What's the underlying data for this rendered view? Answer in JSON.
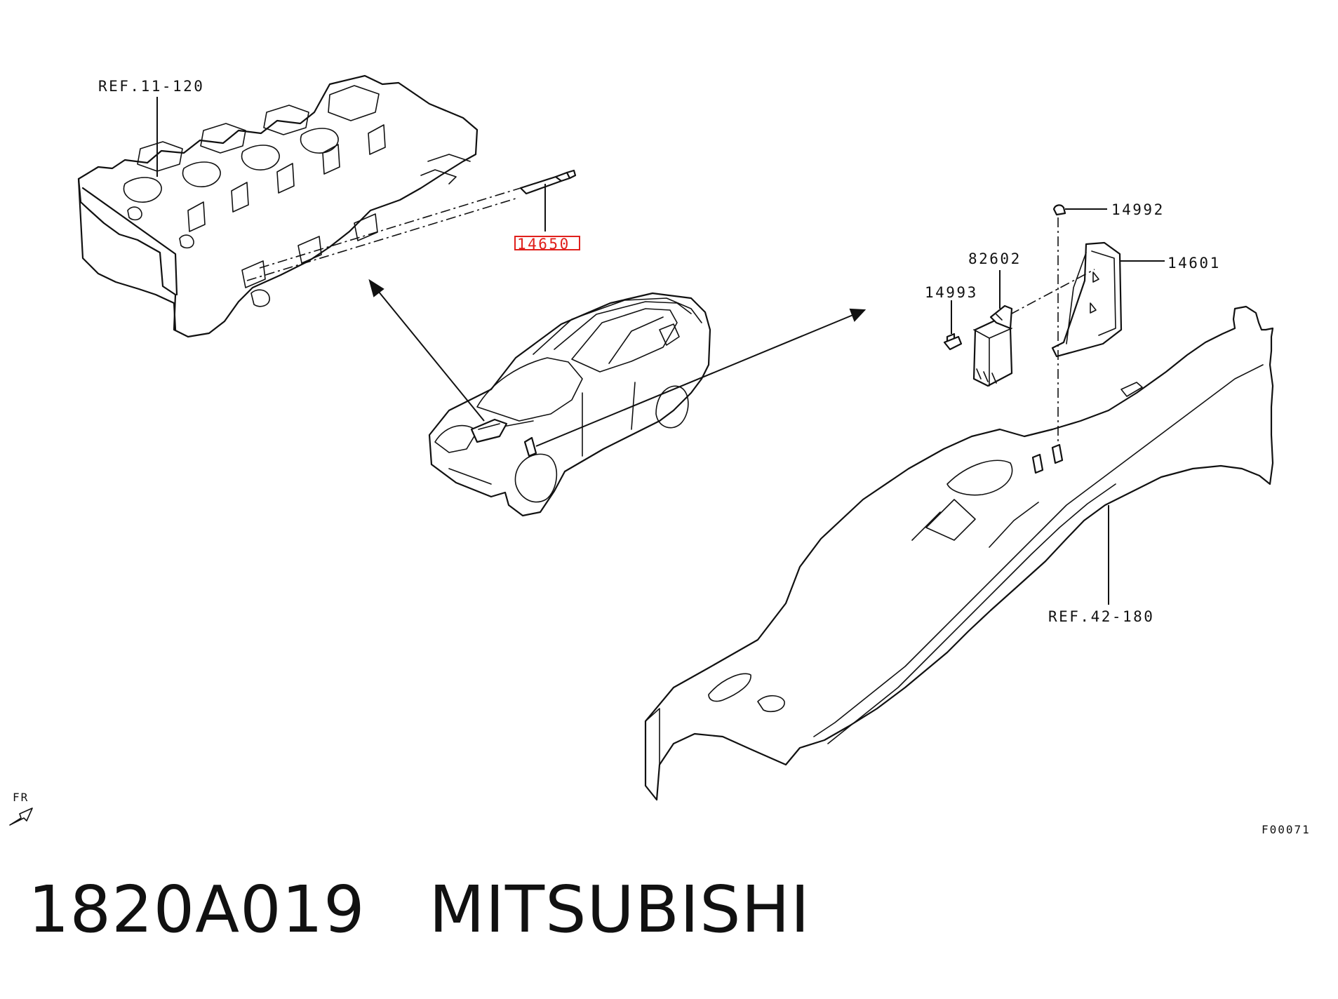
{
  "diagram": {
    "callouts": {
      "ref_cylinder_head": "REF.11-120",
      "glow_plug": "14650",
      "nut": "14992",
      "relay": "82602",
      "bracket": "14601",
      "bolt": "14993",
      "ref_body": "REF.42-180"
    },
    "highlighted_part": "14650",
    "highlight_color": "#e0201c",
    "front_indicator": "FR",
    "figure_code": "F00071"
  },
  "caption": {
    "part_number": "1820A019",
    "brand": "MITSUBISHI"
  }
}
